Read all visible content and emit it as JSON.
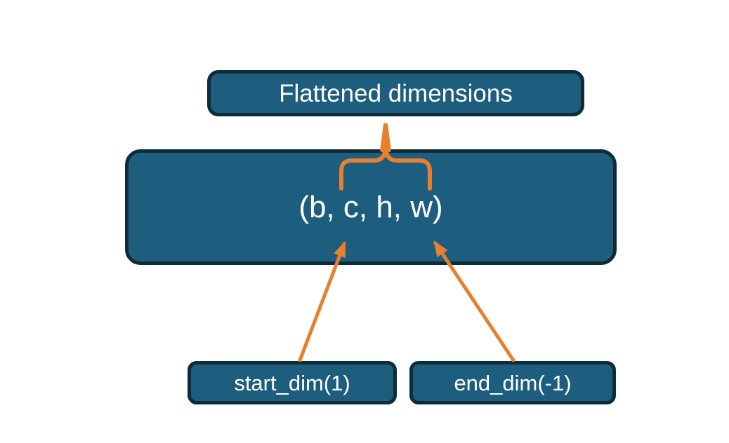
{
  "colors": {
    "background": "#ffffff",
    "box_fill": "#1d5e7e",
    "box_border": "#0e2b3a",
    "accent_orange": "#e6802f",
    "text": "#ffffff"
  },
  "nodes": {
    "flattened_dimensions": {
      "label": "Flattened dimensions"
    },
    "tensor_shape": {
      "label": "(b, c, h, w)"
    },
    "start_dim": {
      "label": "start_dim(1)"
    },
    "end_dim": {
      "label": "end_dim(-1)"
    }
  },
  "connectors": {
    "brace": {
      "type": "brace",
      "from": "flattened_dimensions",
      "spans": "c, h, w"
    },
    "arrow_start_dim": {
      "type": "arrow",
      "from": "start_dim",
      "points_to": "c"
    },
    "arrow_end_dim": {
      "type": "arrow",
      "from": "end_dim",
      "points_to": "w"
    }
  }
}
